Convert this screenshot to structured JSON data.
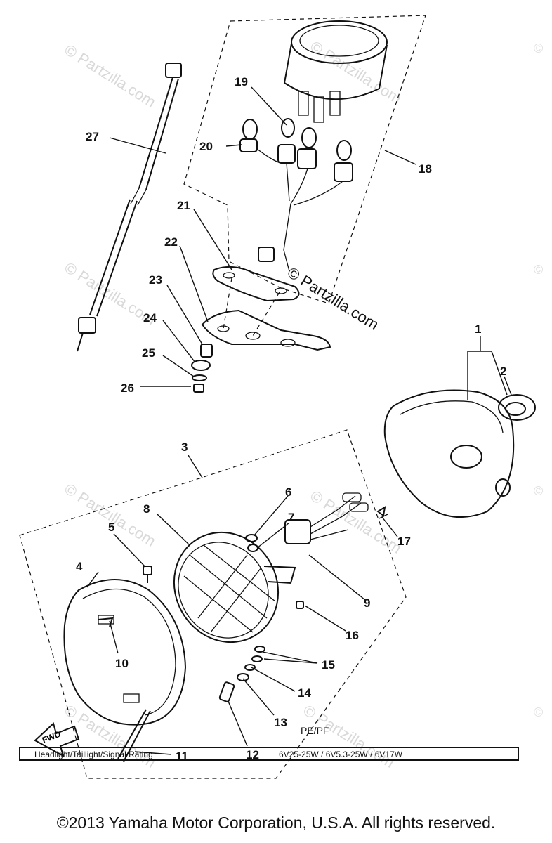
{
  "diagram": {
    "callouts": {
      "c1": "1",
      "c2": "2",
      "c3": "3",
      "c4": "4",
      "c5": "5",
      "c6": "6",
      "c7": "7",
      "c8": "8",
      "c9": "9",
      "c10": "10",
      "c11": "11",
      "c12": "12",
      "c13": "13",
      "c14": "14",
      "c15": "15",
      "c16": "16",
      "c17": "17",
      "c18": "18",
      "c19": "19",
      "c20": "20",
      "c21": "21",
      "c22": "22",
      "c23": "23",
      "c24": "24",
      "c25": "25",
      "c26": "26",
      "c27": "27"
    },
    "fwd_label": "FWD",
    "model_code": "PE/PF",
    "watermark_text": "© Partzilla.com"
  },
  "rating_bar": {
    "label": "Headlight/Taillight/Signal Rating",
    "value": "6V25-25W / 6V5.3-25W / 6V17W"
  },
  "copyright": "©2013 Yamaha Motor Corporation, U.S.A. All rights reserved."
}
